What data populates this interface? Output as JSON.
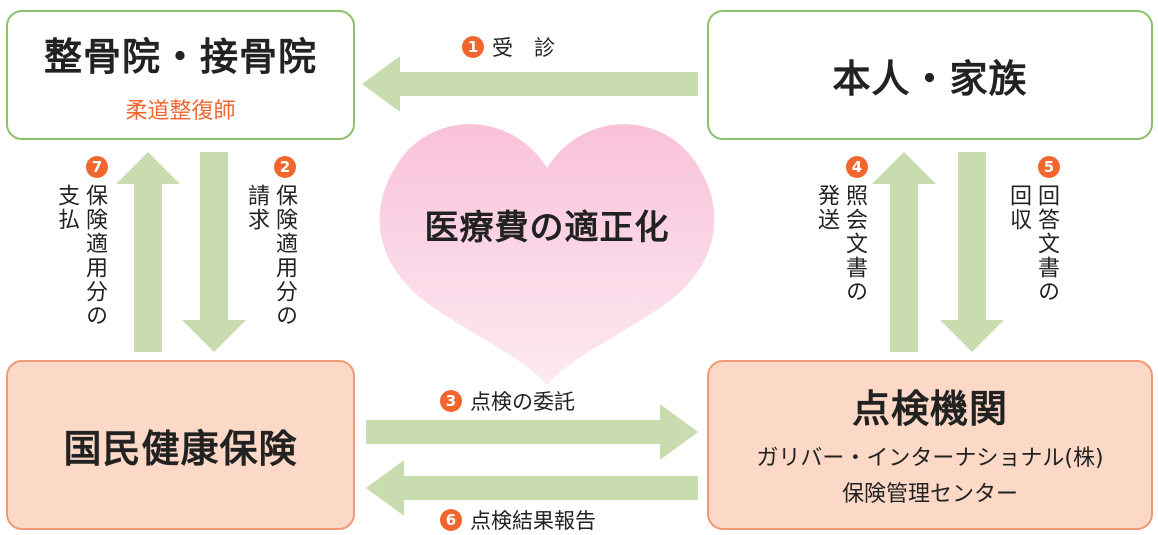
{
  "boxes": {
    "seikotsu": {
      "title": "整骨院・接骨院",
      "subtitle": "柔道整復師"
    },
    "family": {
      "title": "本人・家族"
    },
    "kokuho": {
      "title": "国民健康保険"
    },
    "kikan": {
      "title": "点検機関",
      "line1": "ガリバー・インターナショナル(株)",
      "line2": "保険管理センター"
    }
  },
  "center": {
    "text": "医療費の適正化"
  },
  "steps": {
    "s1": {
      "num": "1",
      "label": "受　診"
    },
    "s2": {
      "num": "2",
      "label": "保険適用分の\n請求"
    },
    "s3": {
      "num": "3",
      "label": "点検の委託"
    },
    "s4": {
      "num": "4",
      "label": "照会文書の\n発送"
    },
    "s5": {
      "num": "5",
      "label": "回答文書の\n回収"
    },
    "s6": {
      "num": "6",
      "label": "点検結果報告"
    },
    "s7": {
      "num": "7",
      "label": "保険適用分の\n支払"
    }
  },
  "colors": {
    "arrow": "#c8dcb0",
    "badge": "#f0662e",
    "green_border": "#8fbf6a",
    "pink_fill": "#fcd9c7",
    "heart_top": "#f9c2d9",
    "heart_bottom": "#fce6ef"
  }
}
